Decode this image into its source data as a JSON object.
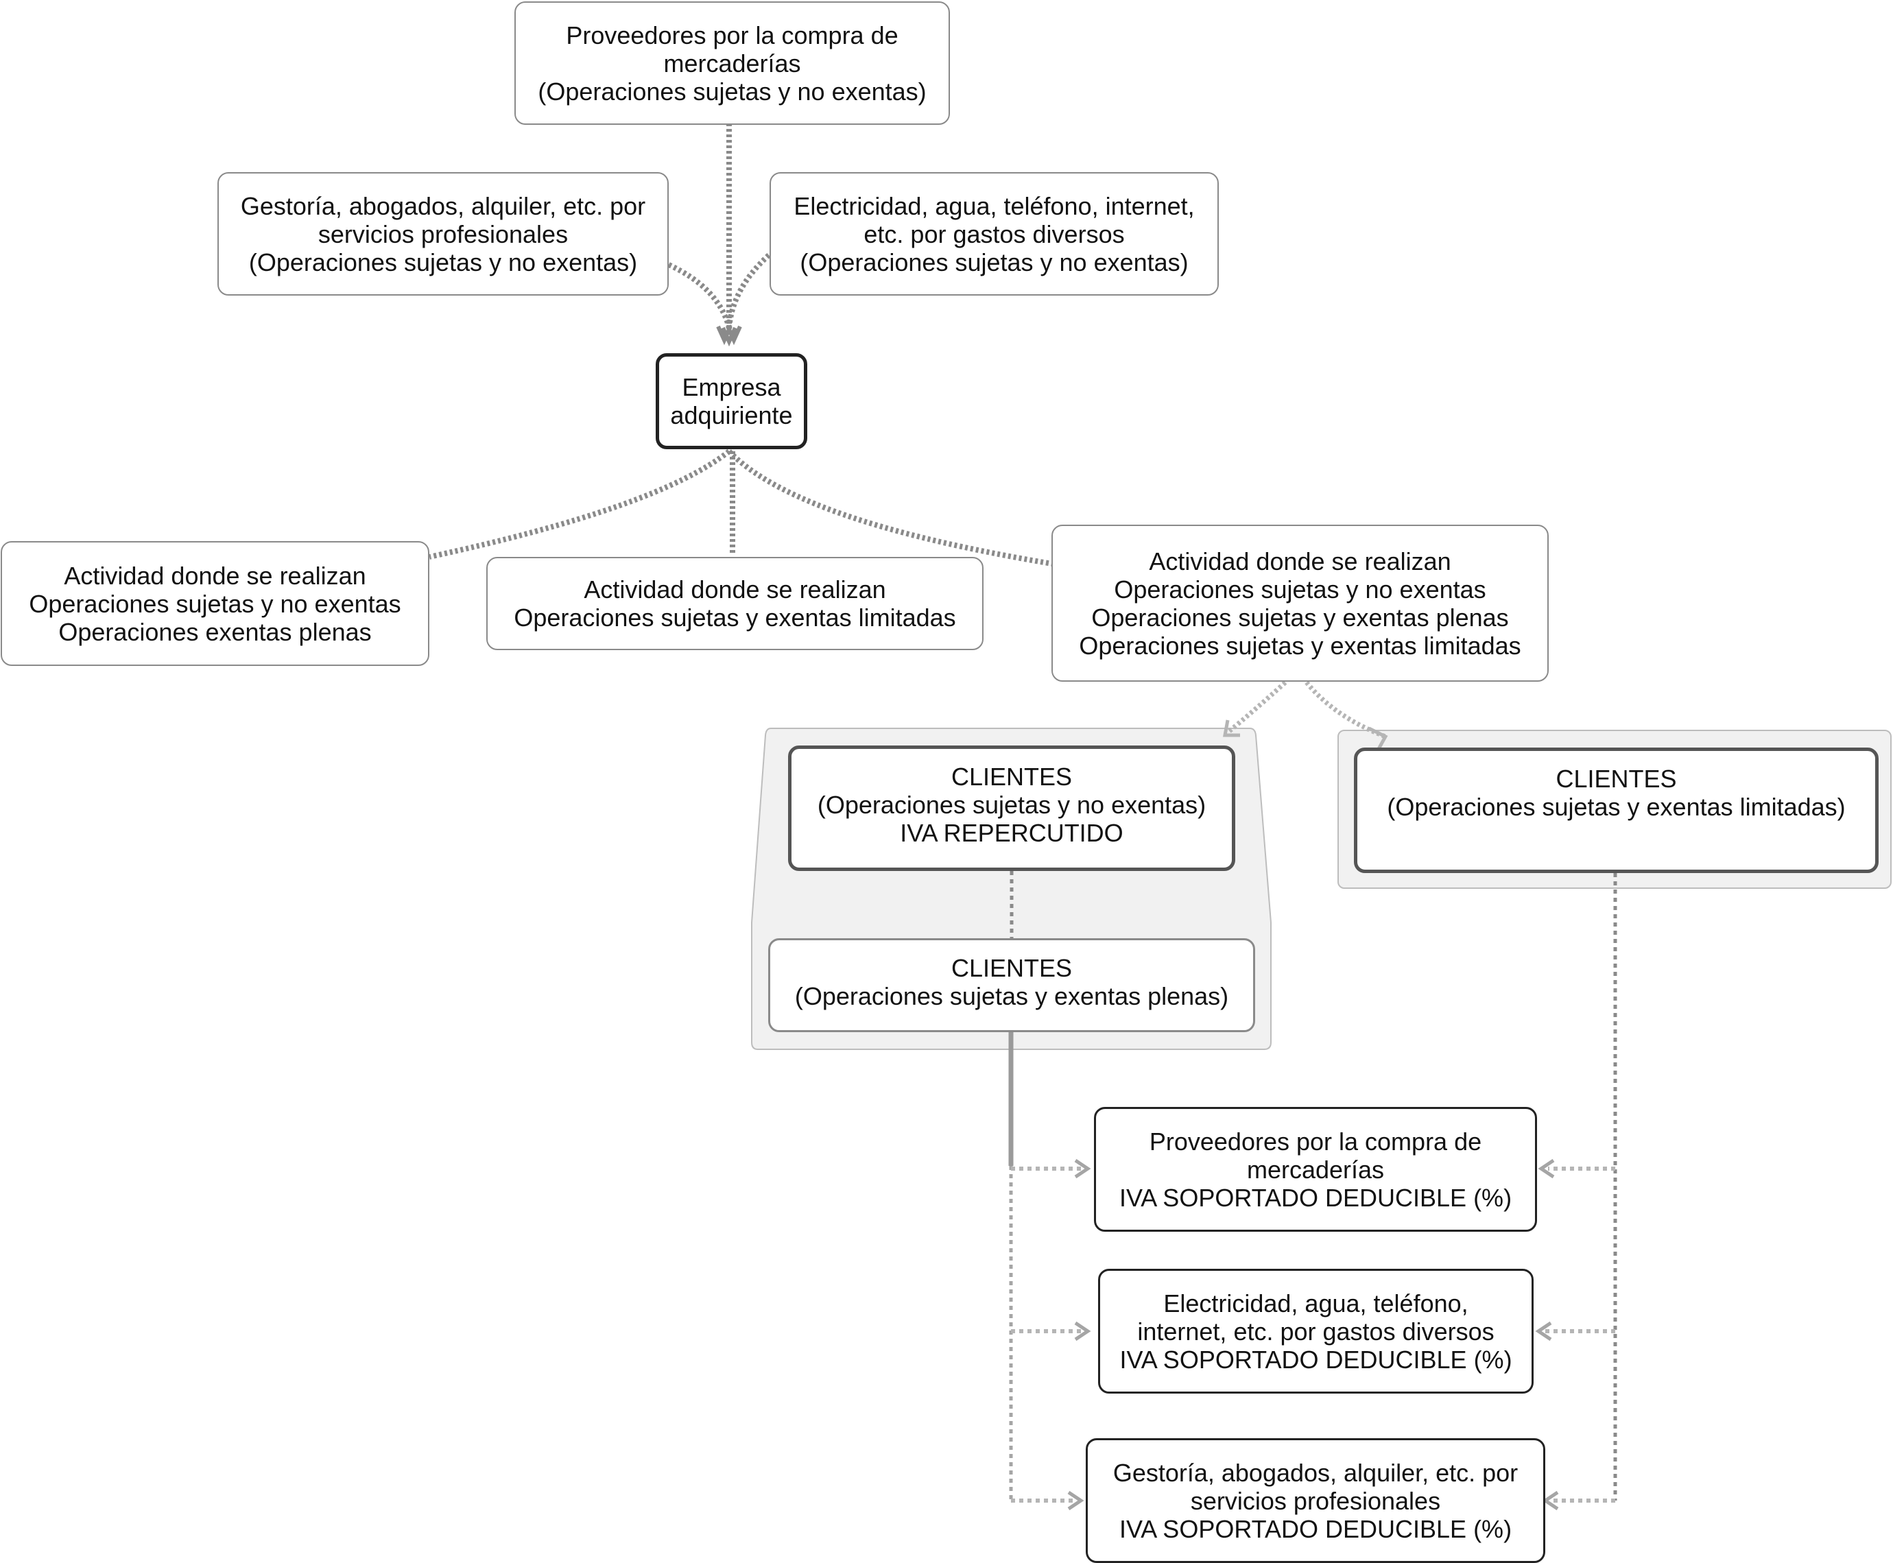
{
  "nodes": {
    "proveedores_top": [
      "Proveedores por la compra de",
      "mercaderías",
      "(Operaciones sujetas y no exentas)"
    ],
    "gestoria_top": [
      "Gestoría, abogados, alquiler, etc. por",
      "servicios profesionales",
      "(Operaciones sujetas y no exentas)"
    ],
    "electricidad_top": [
      "Electricidad, agua, teléfono, internet,",
      "etc. por gastos diversos",
      "(Operaciones sujetas y no exentas)"
    ],
    "empresa": [
      "Empresa",
      "adquiriente"
    ],
    "actividad_left": [
      "Actividad donde se realizan",
      "Operaciones sujetas y no exentas",
      "Operaciones exentas plenas"
    ],
    "actividad_middle": [
      "Actividad donde se realizan",
      "Operaciones sujetas y exentas limitadas"
    ],
    "actividad_right": [
      "Actividad donde se realizan",
      "Operaciones sujetas y no exentas",
      "Operaciones sujetas y exentas plenas",
      "Operaciones sujetas y exentas limitadas"
    ],
    "clientes_no_exentas": [
      "CLIENTES",
      "(Operaciones sujetas y no exentas)",
      "IVA REPERCUTIDO"
    ],
    "clientes_plenas": [
      "CLIENTES",
      "(Operaciones sujetas y exentas plenas)"
    ],
    "clientes_limitadas": [
      "CLIENTES",
      "(Operaciones sujetas y exentas limitadas)"
    ],
    "proveedores_bottom": [
      "Proveedores por la compra de",
      "mercaderías",
      "IVA SOPORTADO DEDUCIBLE (%)"
    ],
    "electricidad_bottom": [
      "Electricidad, agua, teléfono,",
      "internet, etc. por gastos diversos",
      "IVA SOPORTADO DEDUCIBLE (%)"
    ],
    "gestoria_bottom": [
      "Gestoría, abogados, alquiler, etc. por",
      "servicios profesionales",
      "IVA SOPORTADO DEDUCIBLE (%)"
    ]
  }
}
